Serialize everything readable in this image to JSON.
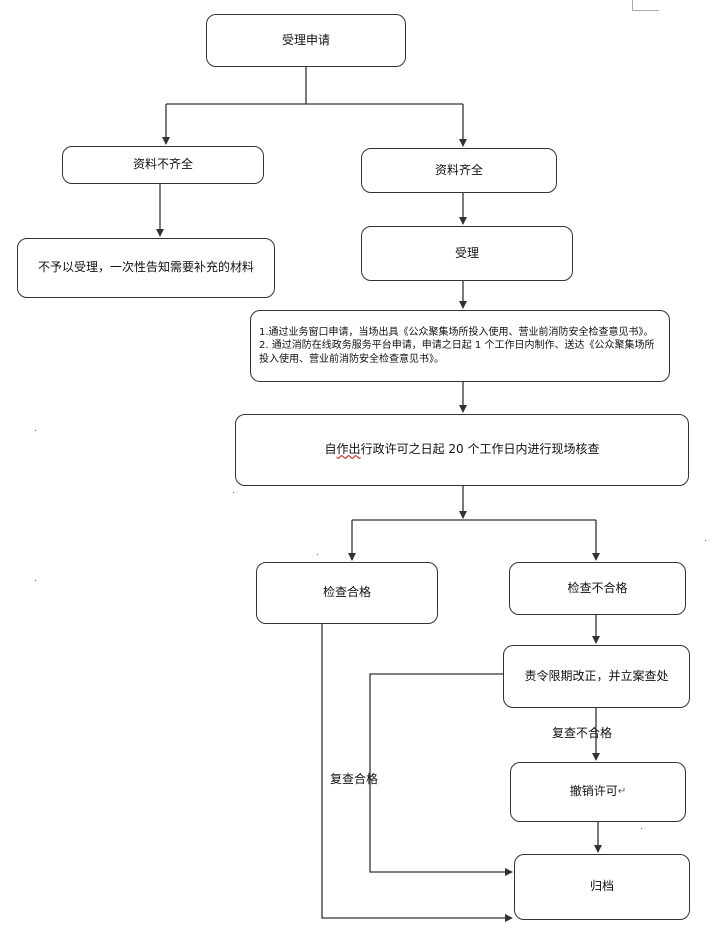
{
  "nodes": {
    "start": "受理申请",
    "incomplete": "资料不齐全",
    "complete": "资料齐全",
    "reject": "不予以受理，一次性告知需要补充的材料",
    "accept": "受理",
    "process_1": "1.通过业务窗口申请，当场出具《公众聚集场所投入使用、营业前消防安全检查意见书》。",
    "process_2": "2. 通过消防在线政务服务平台申请，申请之日起 1 个工作日内制作、送达《公众聚集场所投入使用、营业前消防安全检查意见书》。",
    "inspect_pre": "自",
    "inspect_wavy": "作出",
    "inspect_post": "行政许可之日起 20 个工作日内进行现场核查",
    "pass": "检查合格",
    "fail": "检查不合格",
    "rectify": "责令限期改正，并立案查处",
    "revoke": "撤销许可",
    "archive": "归档"
  },
  "edge_labels": {
    "recheck_fail": "复查不合格",
    "recheck_pass": "复查合格"
  },
  "marks": {
    "paragraph": ".",
    "return": "↵"
  }
}
